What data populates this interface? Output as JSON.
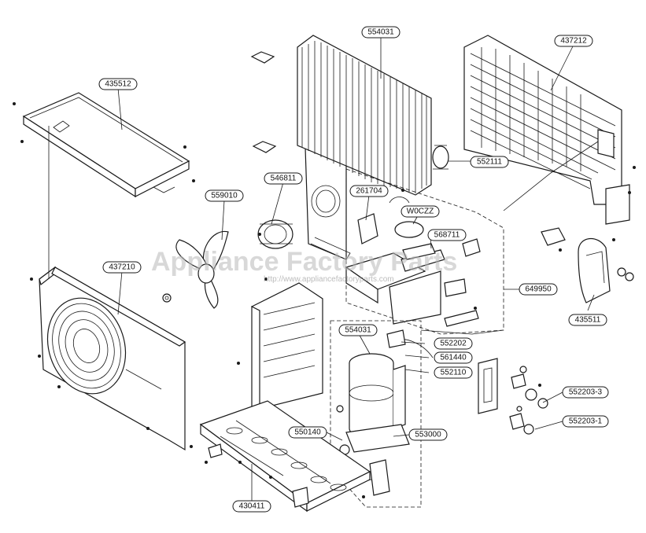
{
  "diagram": {
    "watermark": "Appliance Factory Parts",
    "watermark_url": "http://www.appliancefactoryparts.com",
    "labels": [
      {
        "id": "lbl-554031-top",
        "text": "554031"
      },
      {
        "id": "lbl-437212",
        "text": "437212"
      },
      {
        "id": "lbl-435512",
        "text": "435512"
      },
      {
        "id": "lbl-552111",
        "text": "552111"
      },
      {
        "id": "lbl-559010",
        "text": "559010"
      },
      {
        "id": "lbl-546811",
        "text": "546811"
      },
      {
        "id": "lbl-261704",
        "text": "261704"
      },
      {
        "id": "lbl-w0czz",
        "text": "W0CZZ"
      },
      {
        "id": "lbl-568711",
        "text": "568711"
      },
      {
        "id": "lbl-437210",
        "text": "437210"
      },
      {
        "id": "lbl-649950",
        "text": "649950"
      },
      {
        "id": "lbl-435511",
        "text": "435511"
      },
      {
        "id": "lbl-554031-mid",
        "text": "554031"
      },
      {
        "id": "lbl-552202",
        "text": "552202"
      },
      {
        "id": "lbl-561440",
        "text": "561440"
      },
      {
        "id": "lbl-552110",
        "text": "552110"
      },
      {
        "id": "lbl-552203-3",
        "text": "552203-3"
      },
      {
        "id": "lbl-552203-1",
        "text": "552203-1"
      },
      {
        "id": "lbl-550140",
        "text": "550140"
      },
      {
        "id": "lbl-553000",
        "text": "553000"
      },
      {
        "id": "lbl-430411",
        "text": "430411"
      }
    ]
  }
}
